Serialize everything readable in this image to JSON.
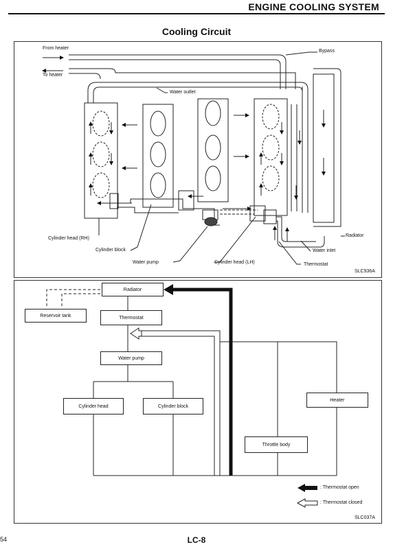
{
  "header": {
    "section_title": "ENGINE COOLING SYSTEM",
    "subtitle": "Cooling Circuit"
  },
  "top_diagram": {
    "labels": {
      "from_heater": "From heater",
      "to_heater": "To heater",
      "bypass": "Bypass",
      "water_outlet": "Water outlet",
      "radiator": "Radiator",
      "water_inlet": "Water inlet",
      "cylinder_head_rh": "Cylinder head (RH)",
      "cylinder_block": "Cylinder block",
      "water_pump": "Water pump",
      "cylinder_head_lh": "Cylinder head (LH)",
      "thermostat": "Thermostat"
    },
    "figure_code": "SLC936A"
  },
  "bottom_diagram": {
    "boxes": {
      "radiator": "Radiator",
      "reservoir_tank": "Reservoir tank",
      "thermostat": "Thermostat",
      "water_pump": "Water pump",
      "cylinder_head": "Cylinder head",
      "cylinder_block": "Cylinder block",
      "heater": "Heater",
      "throttle_body": "Throttle body"
    },
    "legend": [
      {
        "symbol": "filled-arrow",
        "text": ": Thermostat open"
      },
      {
        "symbol": "hollow-arrow",
        "text": ": Thermostat closed"
      }
    ],
    "figure_code": "SLC037A"
  },
  "footer": {
    "left_page_fragment": "54",
    "page_number": "LC-8"
  }
}
